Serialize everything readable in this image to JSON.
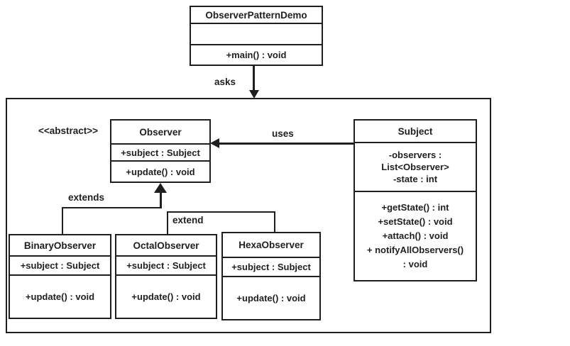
{
  "diagram": {
    "demo": {
      "name": "ObserverPatternDemo",
      "method": "+main() : void"
    },
    "observer": {
      "stereotype": "<<abstract>>",
      "name": "Observer",
      "attr": "+subject : Subject",
      "method": "+update() : void"
    },
    "subject": {
      "name": "Subject",
      "attrs": [
        "-observers :",
        "List<Observer>",
        "-state : int"
      ],
      "methods": [
        "+getState() : int",
        "+setState() : void",
        "+attach() : void",
        "+ notifyAllObservers()",
        ": void"
      ]
    },
    "binary": {
      "name": "BinaryObserver",
      "attr": "+subject : Subject",
      "method": "+update() : void"
    },
    "octal": {
      "name": "OctalObserver",
      "attr": "+subject : Subject",
      "method": "+update() : void"
    },
    "hexa": {
      "name": "HexaObserver",
      "attr": "+subject : Subject",
      "method": "+update() : void"
    },
    "labels": {
      "asks": "asks",
      "uses": "uses",
      "extends": "extends",
      "extend": "extend"
    }
  },
  "colors": {
    "line": "#1f1f1f",
    "background": "#ffffff"
  }
}
